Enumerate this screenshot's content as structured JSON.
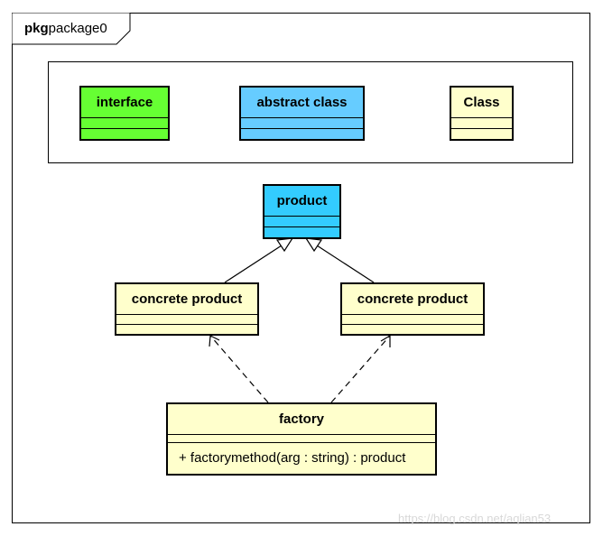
{
  "package": {
    "keyword": "pkg",
    "name": "package0"
  },
  "legend": {
    "interface": {
      "label": "interface",
      "color": "#66ff33"
    },
    "abstract_class": {
      "label": "abstract class",
      "color": "#66ccff"
    },
    "class": {
      "label": "Class",
      "color": "#ffffcc"
    }
  },
  "classes": {
    "product": {
      "name": "product",
      "color": "#33ccff"
    },
    "concrete_left": {
      "name": "concrete product",
      "color": "#ffffcc"
    },
    "concrete_right": {
      "name": "concrete product",
      "color": "#ffffcc"
    },
    "factory": {
      "name": "factory",
      "operation": "+ factorymethod(arg : string) : product",
      "color": "#ffffcc"
    }
  },
  "relations": [
    {
      "type": "generalization",
      "from": "concrete product",
      "to": "product"
    },
    {
      "type": "generalization",
      "from": "concrete product",
      "to": "product"
    },
    {
      "type": "dependency",
      "from": "factory",
      "to": "concrete product"
    },
    {
      "type": "dependency",
      "from": "factory",
      "to": "concrete product"
    }
  ],
  "watermark": "https://blog.csdn.net/aqlian53"
}
